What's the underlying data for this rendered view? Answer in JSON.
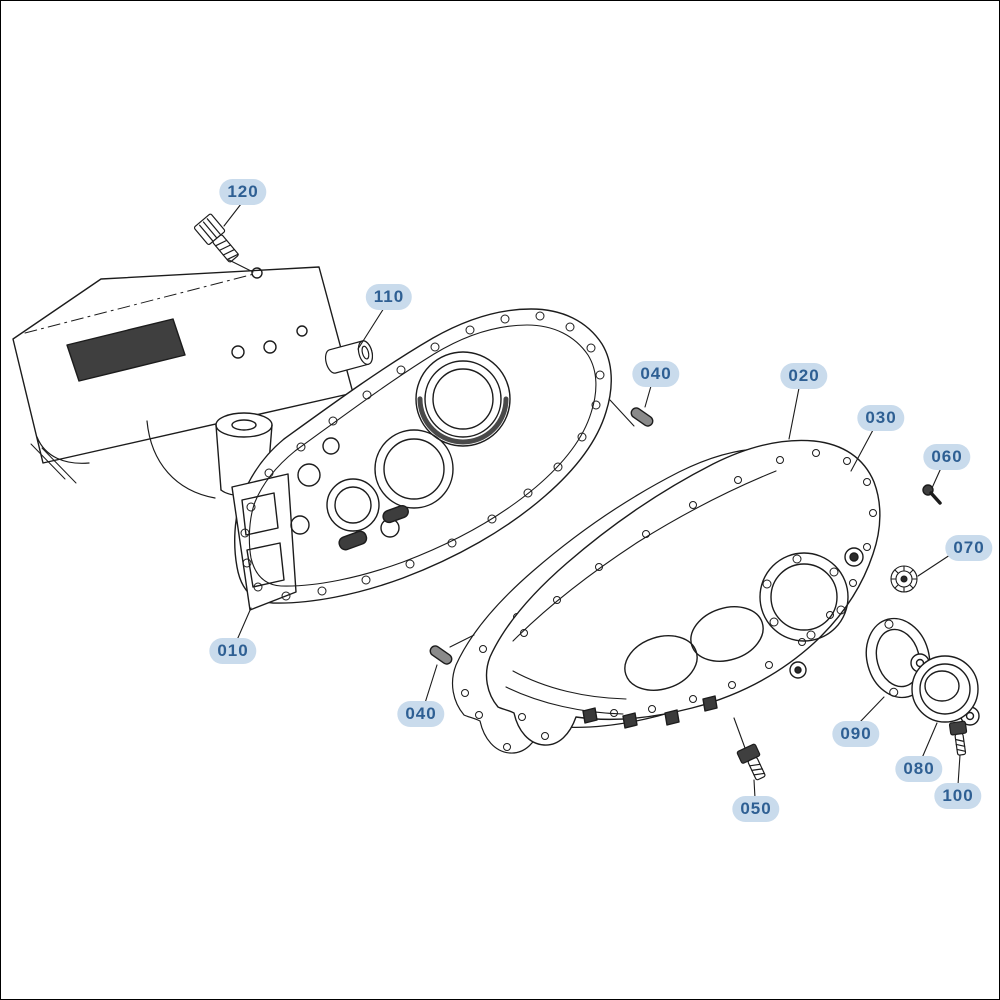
{
  "page": {
    "type": "exploded-parts-diagram",
    "subject": "Gear case and cover assembly"
  },
  "colors": {
    "background": "#ffffff",
    "border": "#000000",
    "line": "#1c1c1c",
    "callout_bg": "#c9dbec",
    "callout_text": "#2e5f93"
  },
  "callouts": [
    {
      "label": "120"
    },
    {
      "label": "110"
    },
    {
      "label": "040"
    },
    {
      "label": "020"
    },
    {
      "label": "030"
    },
    {
      "label": "060"
    },
    {
      "label": "070"
    },
    {
      "label": "010"
    },
    {
      "label": "040"
    },
    {
      "label": "050"
    },
    {
      "label": "090"
    },
    {
      "label": "080"
    },
    {
      "label": "100"
    }
  ]
}
